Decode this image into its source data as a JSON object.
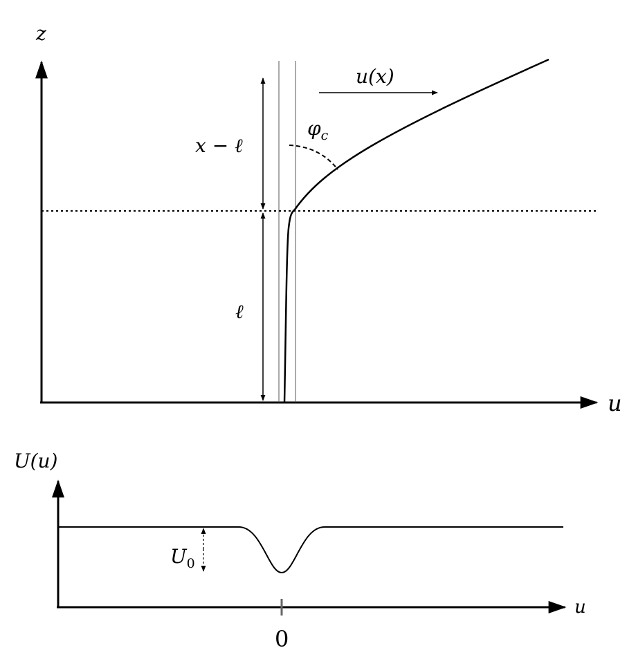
{
  "top_panel": {
    "z_axis_label": "z",
    "u_axis_label": "u",
    "upper_length_label": "x − ℓ",
    "lower_length_label": "ℓ",
    "angle_label_base": "φ",
    "angle_label_sub": "c",
    "displacement_label": "u(x)"
  },
  "bottom_panel": {
    "potential_axis_label": "U(u)",
    "u_axis_label": "u",
    "depth_label_base": "U",
    "depth_label_sub": "0",
    "origin_tick_label": "0"
  }
}
